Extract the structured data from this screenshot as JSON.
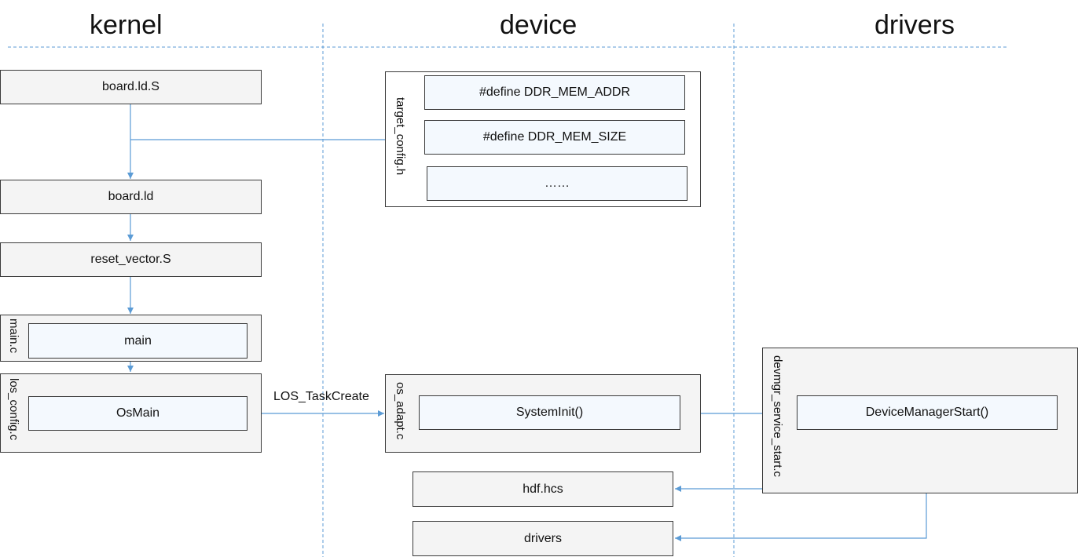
{
  "lanes": {
    "kernel": "kernel",
    "device": "device",
    "drivers": "drivers"
  },
  "kernel": {
    "board_ld_s": "board.ld.S",
    "board_ld": "board.ld",
    "reset_vector": "reset_vector.S",
    "main_c": {
      "file": "main.c",
      "fn": "main"
    },
    "los_config_c": {
      "file": "los_config.c",
      "fn": "OsMain"
    }
  },
  "device": {
    "target_config": {
      "file": "target_config.h",
      "items": [
        "#define DDR_MEM_ADDR",
        "#define DDR_MEM_SIZE",
        "……"
      ]
    },
    "os_adapt": {
      "file": "os_adapt.c",
      "fn": "SystemInit()"
    },
    "hdf_hcs": "hdf.hcs",
    "drivers_box": "drivers"
  },
  "drivers": {
    "devmgr": {
      "file": "devmgr_service_start.c",
      "fn": "DeviceManagerStart()"
    }
  },
  "edges": {
    "task_create": "LOS_TaskCreate"
  },
  "colors": {
    "arrow": "#5b9bd5",
    "divider": "#5b9bd5",
    "box_border": "#3a3a3a",
    "box_fill": "#f4f4f4",
    "inner_fill": "#f4f9fe"
  }
}
